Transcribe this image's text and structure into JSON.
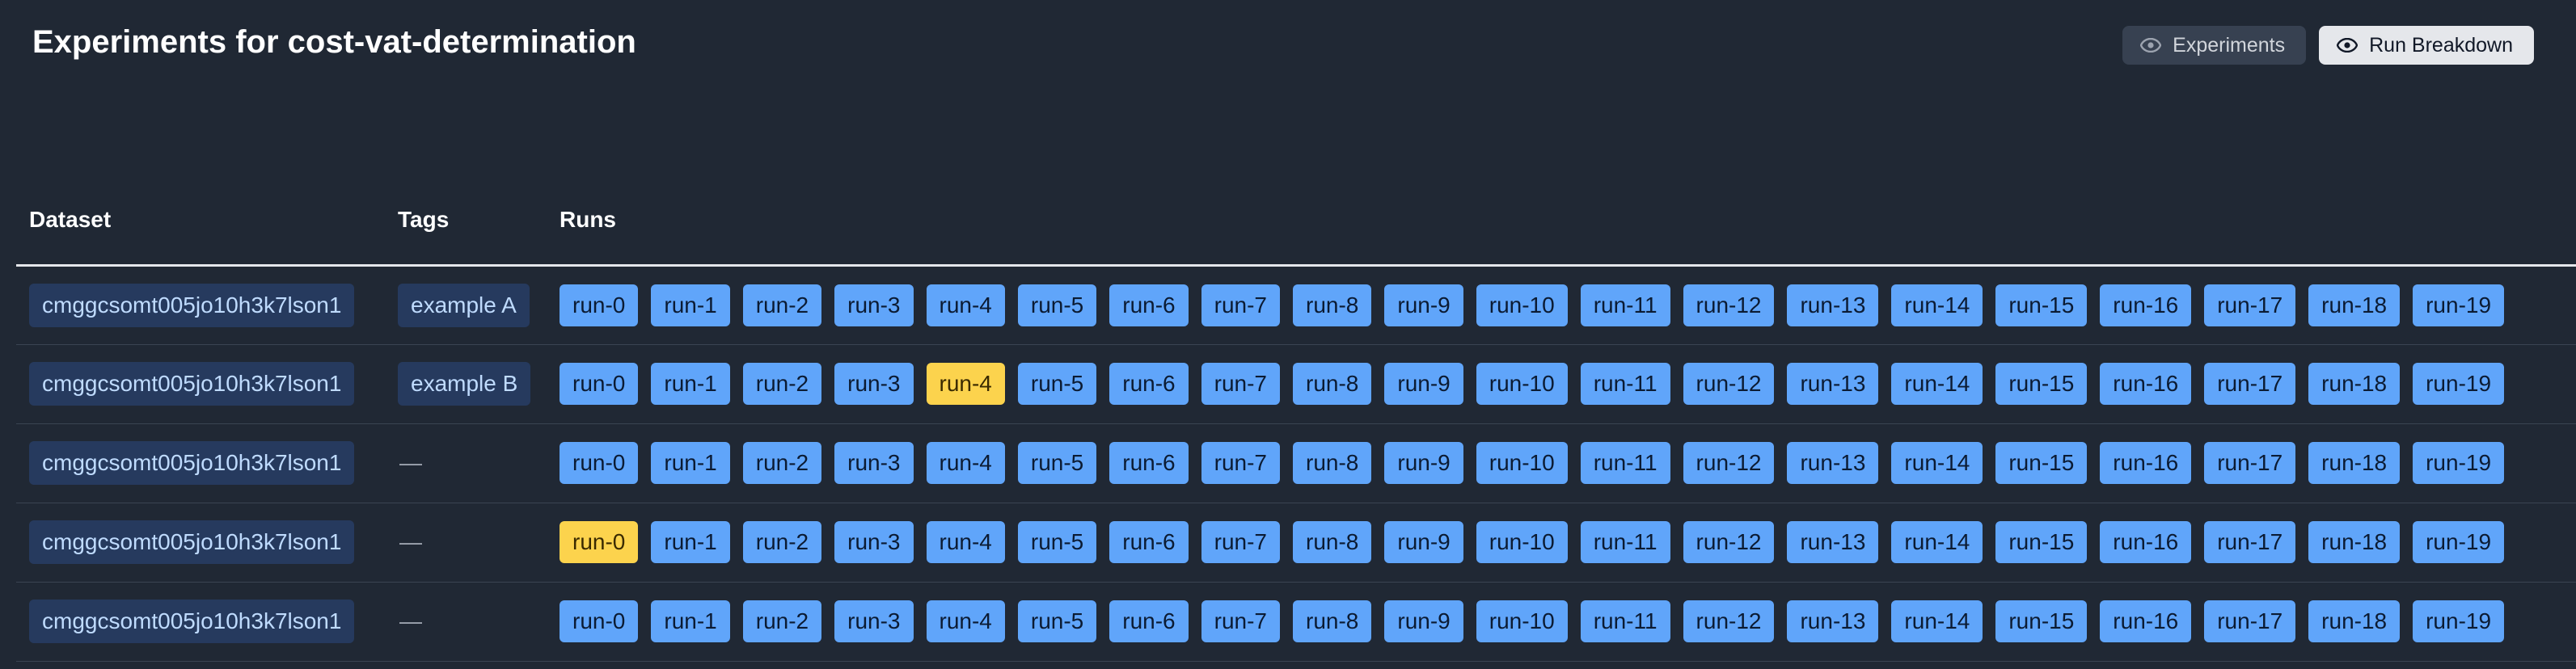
{
  "header": {
    "title": "Experiments for cost-vat-determination",
    "buttons": [
      {
        "label": "Experiments",
        "active": false
      },
      {
        "label": "Run Breakdown",
        "active": true
      }
    ]
  },
  "table": {
    "columns": {
      "dataset": "Dataset",
      "tags": "Tags",
      "runs": "Runs"
    },
    "rows": [
      {
        "dataset": "cmggcsomt005jo10h3k7lson1",
        "tag": "example A",
        "highlight": -1
      },
      {
        "dataset": "cmggcsomt005jo10h3k7lson1",
        "tag": "example B",
        "highlight": 4
      },
      {
        "dataset": "cmggcsomt005jo10h3k7lson1",
        "tag": "—",
        "highlight": -1
      },
      {
        "dataset": "cmggcsomt005jo10h3k7lson1",
        "tag": "—",
        "highlight": 0
      },
      {
        "dataset": "cmggcsomt005jo10h3k7lson1",
        "tag": "—",
        "highlight": -1
      }
    ],
    "run_labels": [
      "run-0",
      "run-1",
      "run-2",
      "run-3",
      "run-4",
      "run-5",
      "run-6",
      "run-7",
      "run-8",
      "run-9",
      "run-10",
      "run-11",
      "run-12",
      "run-13",
      "run-14",
      "run-15",
      "run-16",
      "run-17",
      "run-18",
      "run-19"
    ]
  },
  "colors": {
    "background": "#202834",
    "run_chip": "#60a5fa",
    "run_chip_highlight": "#fcd34d",
    "dataset_pill": "#263a5e"
  },
  "icons": {
    "view_button_icon": "eye-icon"
  }
}
